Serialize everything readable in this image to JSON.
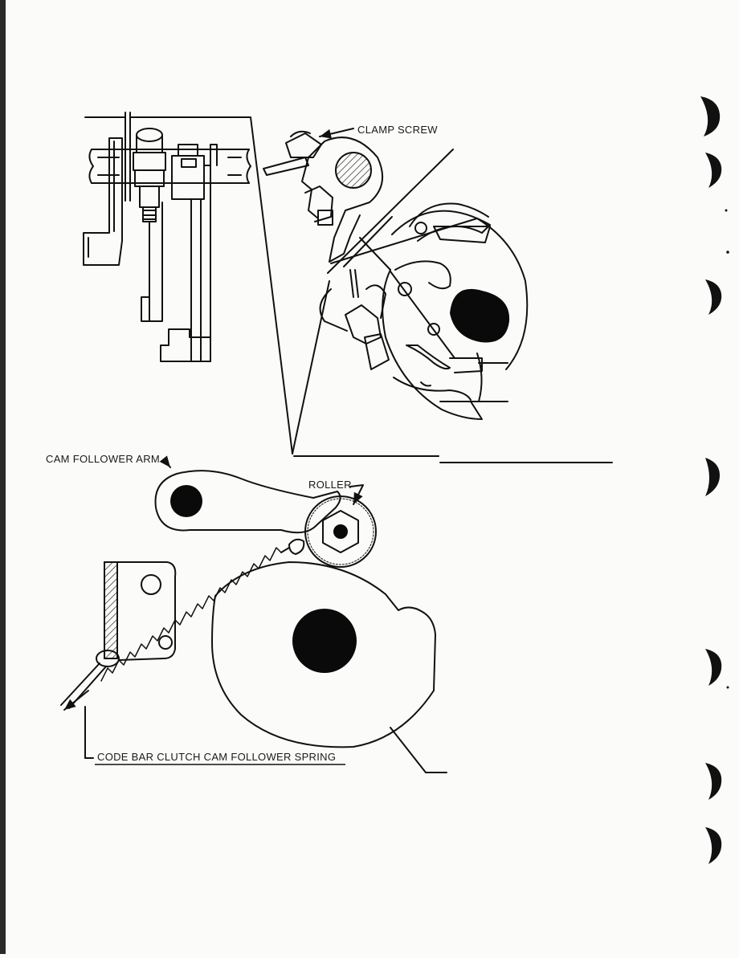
{
  "labels": {
    "clamp_screw": "CLAMP SCREW",
    "cam_follower_arm": "CAM FOLLOWER ARM",
    "roller": "ROLLER",
    "spring": "CODE BAR CLUTCH CAM FOLLOWER SPRING"
  },
  "colors": {
    "ink": "#111111",
    "paper": "#fbfbf9",
    "fill_dark": "#0a0a0a",
    "binder_edge": "#2a2a2a"
  },
  "icons": [
    "binder-hole-icon",
    "hatched-shaft-icon",
    "spring-coil-icon",
    "hex-nut-icon",
    "arrow-icon"
  ]
}
